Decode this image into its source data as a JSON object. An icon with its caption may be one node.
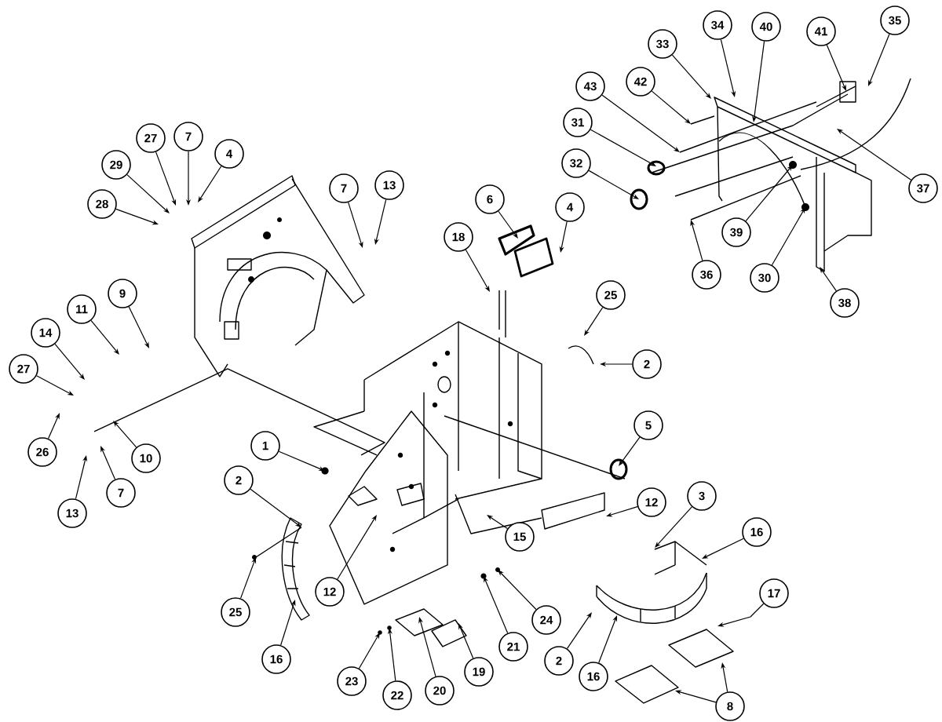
{
  "diagram": {
    "nodes": [
      {
        "text": [
          "27"
        ]
      },
      {
        "text": [
          "7"
        ]
      },
      {
        "text": [
          "4"
        ]
      },
      {
        "text": [
          "29"
        ]
      },
      {
        "text": [
          "28"
        ]
      },
      {
        "text": [
          "7"
        ]
      },
      {
        "text": [
          "13"
        ]
      },
      {
        "text": [
          "9"
        ]
      },
      {
        "text": [
          "11"
        ]
      },
      {
        "text": [
          "14"
        ]
      },
      {
        "text": [
          "27"
        ]
      },
      {
        "text": [
          "26"
        ]
      },
      {
        "text": [
          "10"
        ]
      },
      {
        "text": [
          "7"
        ]
      },
      {
        "text": [
          "13"
        ]
      },
      {
        "text": [
          "18"
        ]
      },
      {
        "text": [
          "6"
        ]
      },
      {
        "text": [
          "4"
        ]
      },
      {
        "text": [
          "25"
        ]
      },
      {
        "text": [
          "2"
        ]
      },
      {
        "text": [
          "5"
        ]
      },
      {
        "text": [
          "1"
        ]
      },
      {
        "text": [
          "2"
        ]
      },
      {
        "text": [
          "12"
        ]
      },
      {
        "text": [
          "3"
        ]
      },
      {
        "text": [
          "15"
        ]
      },
      {
        "text": [
          "16"
        ]
      },
      {
        "text": [
          "12"
        ]
      },
      {
        "text": [
          "25"
        ]
      },
      {
        "text": [
          "17"
        ]
      },
      {
        "text": [
          "24"
        ]
      },
      {
        "text": [
          "21"
        ]
      },
      {
        "text": [
          "16"
        ]
      },
      {
        "text": [
          "2"
        ]
      },
      {
        "text": [
          "16"
        ]
      },
      {
        "text": [
          "19"
        ]
      },
      {
        "text": [
          "23"
        ]
      },
      {
        "text": [
          "20"
        ]
      },
      {
        "text": [
          "22"
        ]
      },
      {
        "text": [
          "8"
        ]
      },
      {
        "text": [
          "34"
        ]
      },
      {
        "text": [
          "40"
        ]
      },
      {
        "text": [
          "35"
        ]
      },
      {
        "text": [
          "41"
        ]
      },
      {
        "text": [
          "33"
        ]
      },
      {
        "text": [
          "42"
        ]
      },
      {
        "text": [
          "43"
        ]
      },
      {
        "text": [
          "31"
        ]
      },
      {
        "text": [
          "32"
        ]
      },
      {
        "text": [
          "37"
        ]
      },
      {
        "text": [
          "39"
        ]
      },
      {
        "text": [
          "36"
        ]
      },
      {
        "text": [
          "30"
        ]
      },
      {
        "text": [
          "38"
        ]
      }
    ],
    "edges": [
      {
        "from": 0,
        "to": null,
        "arrow": "to"
      },
      {
        "from": 1,
        "to": null,
        "arrow": "to"
      },
      {
        "from": 2,
        "to": null,
        "arrow": "to"
      },
      {
        "from": 3,
        "to": null,
        "arrow": "to"
      },
      {
        "from": 4,
        "to": null,
        "arrow": "to"
      },
      {
        "from": 5,
        "to": null,
        "arrow": "to"
      },
      {
        "from": 6,
        "to": null,
        "arrow": "to"
      },
      {
        "from": 7,
        "to": null,
        "arrow": "to"
      },
      {
        "from": 8,
        "to": null,
        "arrow": "to"
      },
      {
        "from": 9,
        "to": null,
        "arrow": "to"
      },
      {
        "from": 10,
        "to": null,
        "arrow": "to"
      },
      {
        "from": 11,
        "to": null,
        "arrow": "to"
      },
      {
        "from": 12,
        "to": null,
        "arrow": "to"
      },
      {
        "from": 13,
        "to": null,
        "arrow": "to"
      },
      {
        "from": 14,
        "to": null,
        "arrow": "to"
      },
      {
        "from": 15,
        "to": null,
        "arrow": "to"
      },
      {
        "from": 16,
        "to": null,
        "arrow": "to"
      },
      {
        "from": 17,
        "to": null,
        "arrow": "to"
      },
      {
        "from": 18,
        "to": null,
        "arrow": "to"
      },
      {
        "from": 19,
        "to": null,
        "arrow": "to"
      },
      {
        "from": 20,
        "to": null,
        "arrow": "to"
      },
      {
        "from": 21,
        "to": null,
        "arrow": "to"
      },
      {
        "from": 22,
        "to": null,
        "arrow": "to"
      },
      {
        "from": 23,
        "to": null,
        "arrow": "to"
      },
      {
        "from": 24,
        "to": null,
        "arrow": "to"
      },
      {
        "from": 25,
        "to": null,
        "arrow": "to"
      },
      {
        "from": 26,
        "to": null,
        "arrow": "to"
      },
      {
        "from": 27,
        "to": null,
        "arrow": "to"
      },
      {
        "from": 28,
        "to": null,
        "arrow": "to"
      },
      {
        "from": 29,
        "to": null,
        "arrow": "to"
      },
      {
        "from": 30,
        "to": null,
        "arrow": "to"
      },
      {
        "from": 31,
        "to": null,
        "arrow": "to"
      },
      {
        "from": 32,
        "to": null,
        "arrow": "to"
      },
      {
        "from": 33,
        "to": null,
        "arrow": "to"
      },
      {
        "from": 34,
        "to": null,
        "arrow": "to"
      },
      {
        "from": 35,
        "to": null,
        "arrow": "to"
      },
      {
        "from": 36,
        "to": null,
        "arrow": "to"
      },
      {
        "from": 37,
        "to": null,
        "arrow": "to"
      },
      {
        "from": 38,
        "to": null,
        "arrow": "to"
      },
      {
        "from": 39,
        "to": null,
        "arrow": "to"
      },
      {
        "from": 39,
        "to": null,
        "arrow": "to"
      },
      {
        "from": 40,
        "to": null,
        "arrow": "to"
      },
      {
        "from": 41,
        "to": null,
        "arrow": "to"
      },
      {
        "from": 42,
        "to": null,
        "arrow": "to"
      },
      {
        "from": 43,
        "to": null,
        "arrow": "to"
      },
      {
        "from": 44,
        "to": null,
        "arrow": "to"
      },
      {
        "from": 45,
        "to": null,
        "arrow": "to"
      },
      {
        "from": 46,
        "to": null,
        "arrow": "to"
      },
      {
        "from": 47,
        "to": null,
        "arrow": "to"
      },
      {
        "from": 48,
        "to": null,
        "arrow": "to"
      },
      {
        "from": 49,
        "to": null,
        "arrow": "to"
      },
      {
        "from": 50,
        "to": null,
        "arrow": "to"
      },
      {
        "from": 51,
        "to": null,
        "arrow": "to"
      },
      {
        "from": 52,
        "to": null,
        "arrow": "to"
      },
      {
        "from": 53,
        "to": null,
        "arrow": "to"
      }
    ]
  }
}
